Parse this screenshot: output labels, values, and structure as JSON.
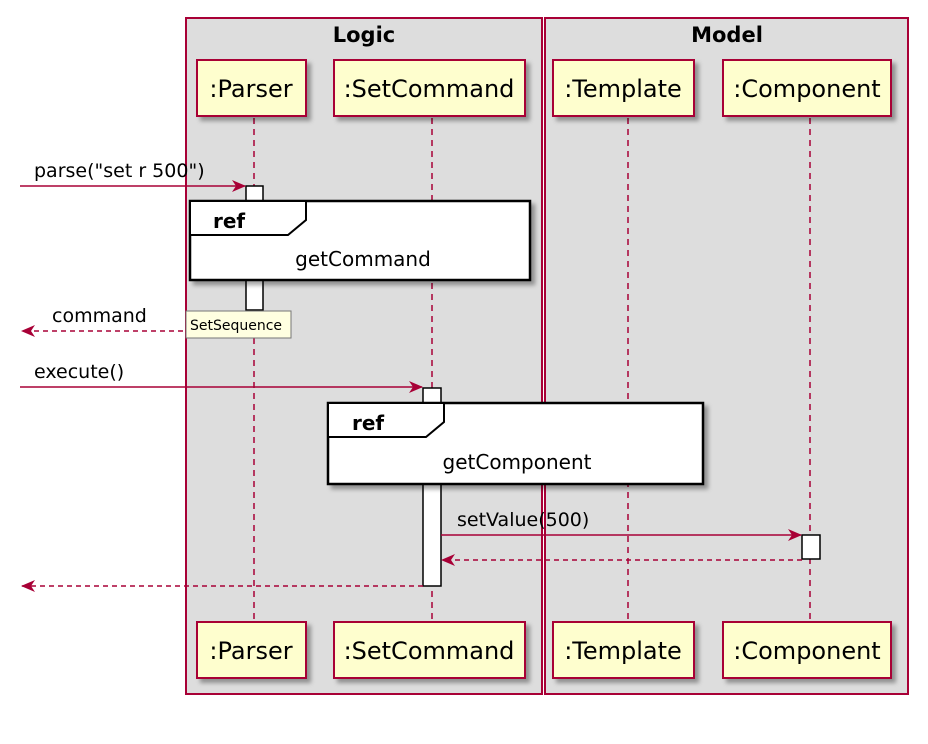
{
  "lanes": [
    {
      "title": "Logic"
    },
    {
      "title": "Model"
    }
  ],
  "participants": [
    {
      "label": ":Parser"
    },
    {
      "label": ":SetCommand"
    },
    {
      "label": ":Template"
    },
    {
      "label": ":Component"
    }
  ],
  "messages": {
    "parse": "parse(\"set r 500\")",
    "command": "command",
    "execute": "execute()",
    "set_value": "setValue(500)"
  },
  "refs": [
    {
      "keyword": "ref",
      "name": "getCommand"
    },
    {
      "keyword": "ref",
      "name": "getComponent"
    }
  ],
  "tooltip": "SetSequence",
  "colors": {
    "lane_bg": "#dddddd",
    "lane_border": "#a80036",
    "participant_fill": "#fefece",
    "participant_border": "#a80036",
    "arrow": "#a80036",
    "lifeline": "#a80036",
    "ref_border": "#000000",
    "tooltip_bg": "#ffffe1"
  }
}
